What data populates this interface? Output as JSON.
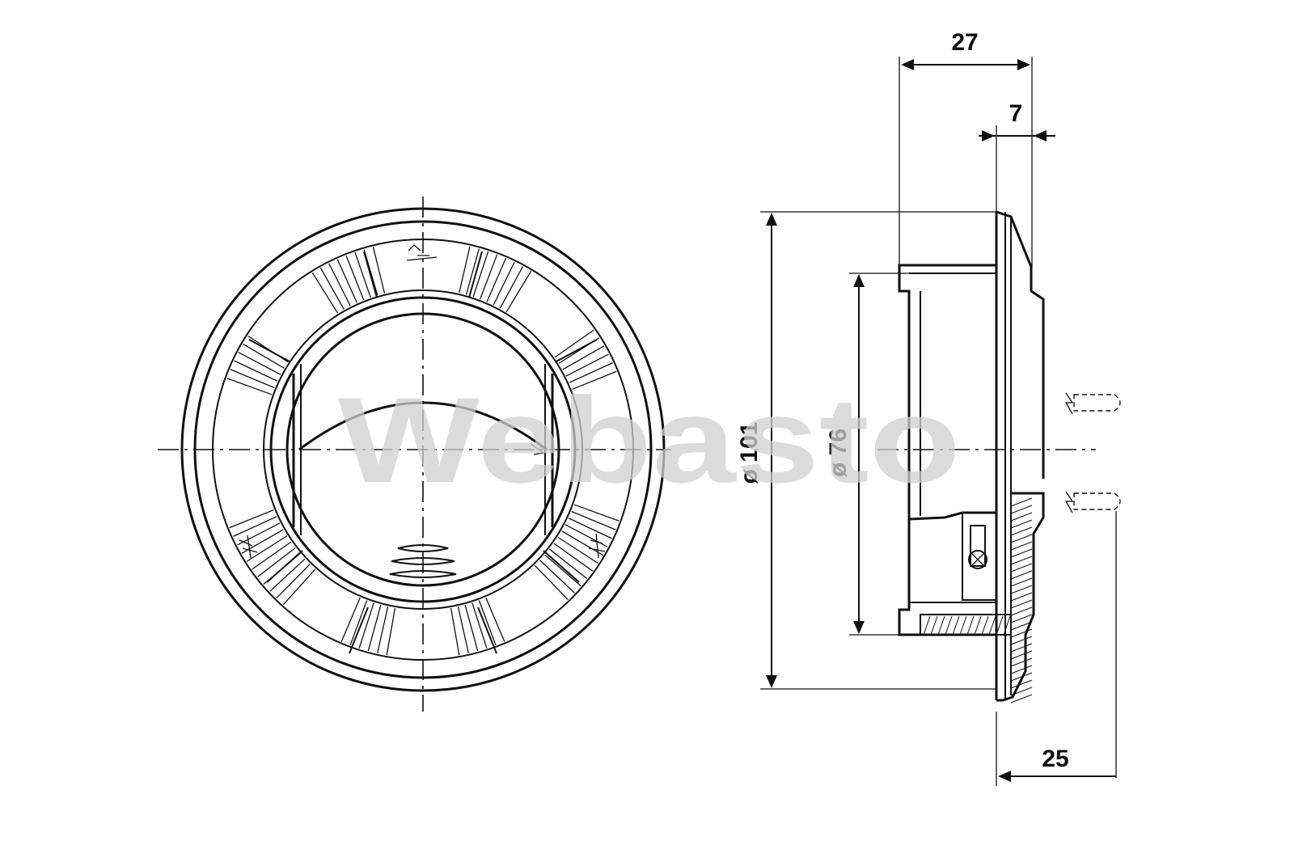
{
  "diagram": {
    "dimensions": {
      "overall_depth": "27",
      "flange_thickness": "7",
      "outer_diameter": "ø 101",
      "inner_diameter": "ø 76",
      "protrusion": "25"
    },
    "watermark": "Webasto",
    "colors": {
      "line": "#111111",
      "watermark": "#cfcfcf",
      "background": "#ffffff"
    }
  }
}
